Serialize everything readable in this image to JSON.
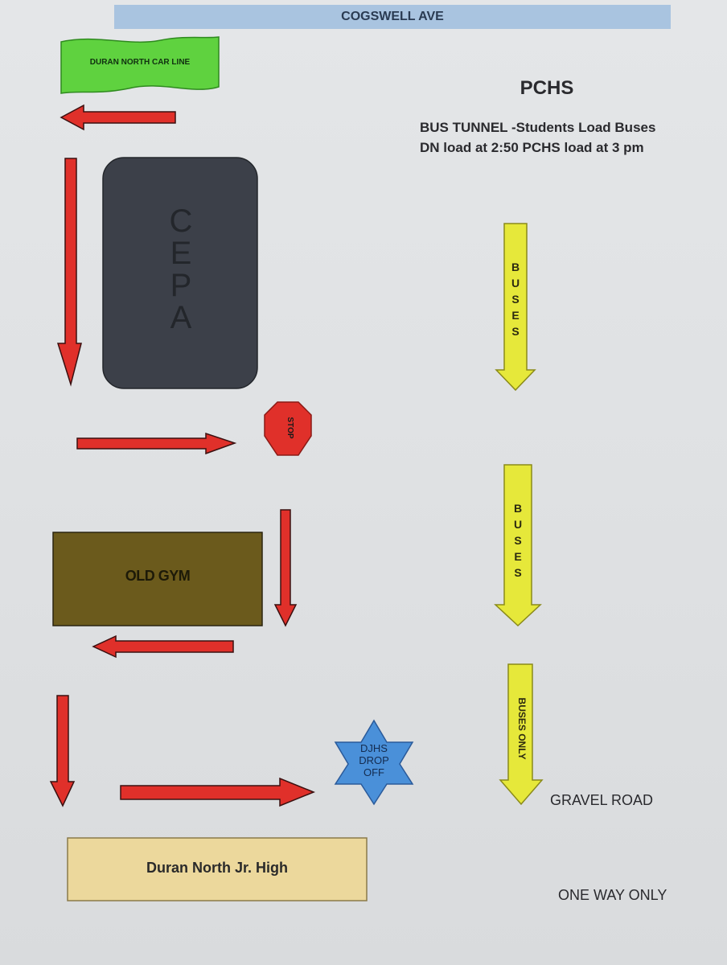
{
  "street": "COGSWELL AVE",
  "car_line": "DURAN NORTH CAR LINE",
  "title": "PCHS",
  "info_lines": [
    "BUS TUNNEL -Students Load Buses",
    "DN load at 2:50 PCHS load at 3 pm"
  ],
  "buildings": {
    "cepa": "CEPA",
    "old_gym": "OLD GYM",
    "jr_high": "Duran North Jr. High"
  },
  "stop_sign": "STOP",
  "djhs_drop_off": [
    "DJHS",
    "DROP",
    "OFF"
  ],
  "bus_arrows": [
    "BUSES",
    "BUSES",
    "BUSES ONLY"
  ],
  "gravel_road": "GRAVEL ROAD",
  "one_way": "ONE WAY ONLY",
  "colors": {
    "street": "#a9c4e0",
    "car_line": "#5fd23f",
    "arrow_red": "#e0302a",
    "bus_arrow_yellow": "#e6e83a",
    "cepa": "#3c4049",
    "old_gym": "#6b5a1c",
    "jr_high": "#ecd89c",
    "stop": "#e0302a",
    "djhs_star": "#4a90d9"
  }
}
